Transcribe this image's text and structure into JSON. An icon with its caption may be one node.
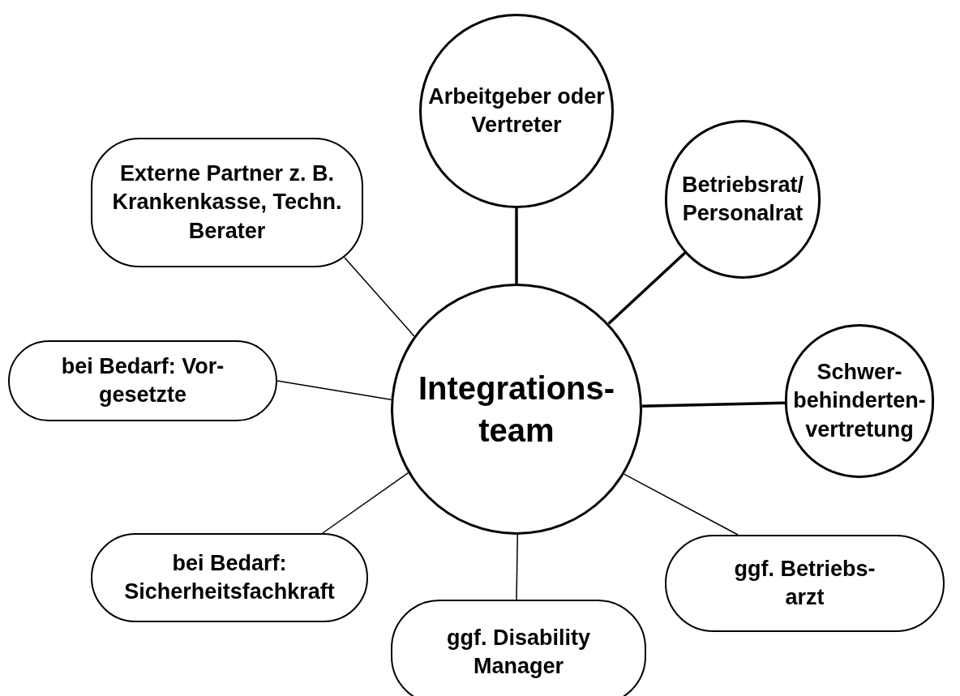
{
  "diagram": {
    "nodes": [
      {
        "text": [
          "Integrations- team"
        ]
      },
      {
        "text": [
          "Arbeitgeber oder Vertreter"
        ]
      },
      {
        "text": [
          "Betriebsrat/ Personalrat"
        ]
      },
      {
        "text": [
          "Schwer- behinderten- vertretung"
        ]
      },
      {
        "text": [
          "ggf. Betriebs- arzt"
        ]
      },
      {
        "text": [
          "ggf. Disability Manager"
        ]
      },
      {
        "text": [
          "bei Bedarf: Sicherheitsfachkraft"
        ]
      },
      {
        "text": [
          "bei Bedarf: Vor- gesetzte"
        ]
      },
      {
        "text": [
          "Externe Partner z. B. Krankenkasse, Techn. Berater"
        ]
      }
    ],
    "edges": [
      {
        "from": 0,
        "to": 1,
        "arrow": "none",
        "style": "thick"
      },
      {
        "from": 0,
        "to": 2,
        "arrow": "none",
        "style": "thick"
      },
      {
        "from": 0,
        "to": 3,
        "arrow": "none",
        "style": "thick"
      },
      {
        "from": 0,
        "to": 4,
        "arrow": "none"
      },
      {
        "from": 0,
        "to": 5,
        "arrow": "none"
      },
      {
        "from": 0,
        "to": 6,
        "arrow": "none"
      },
      {
        "from": 0,
        "to": 7,
        "arrow": "none"
      },
      {
        "from": 0,
        "to": 8,
        "arrow": "none"
      }
    ]
  }
}
